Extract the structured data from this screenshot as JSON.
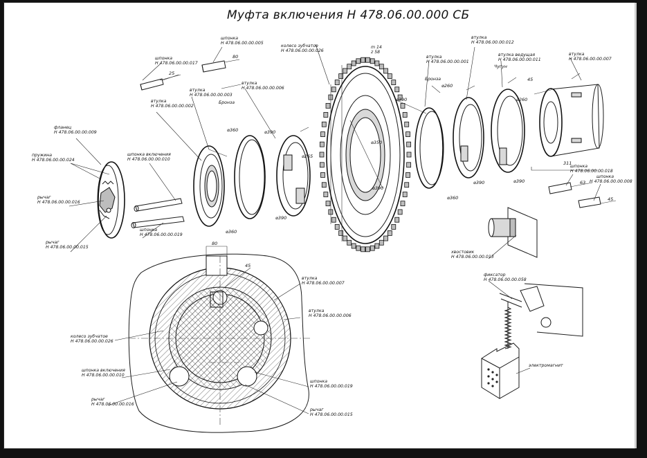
{
  "title": "Муфта включения Н 478.06.00.000 СБ",
  "labels": {
    "shponka_017": [
      "шпонка",
      "Н 478.06.00.00.017"
    ],
    "shponka_005": [
      "шпонка",
      "Н 478.06.00.00.005"
    ],
    "koleso_026_top": [
      "колесо зубчатое",
      "Н 478.06.00.00.026"
    ],
    "vtulka_012": [
      "втулка",
      "Н 478.06.00.00.012"
    ],
    "vtulka_vedushaya_011": [
      "втулка ведущая",
      "Н 478.06.00.00.011"
    ],
    "vtulka_007_top": [
      "втулка",
      "Н 478.06.00.00.007"
    ],
    "vtulka_001": [
      "втулка",
      "Н 478.06.00.00.001"
    ],
    "vtulka_003": [
      "втулка",
      "Н 478.06.00.00.003"
    ],
    "vtulka_006_top": [
      "втулка",
      "Н 478.06.00.00.006"
    ],
    "vtulka_002": [
      "втулка",
      "Н 478.06.00.00.002"
    ],
    "flanec_009": [
      "фланец",
      "Н 478.06.00.00.009"
    ],
    "pruzhina_024": [
      "пружина",
      "Н 478.06.00.00.024"
    ],
    "shponka_vkl_010_top": [
      "шпонка включения",
      "Н 478.06.00.00.010"
    ],
    "rychag_016_top": [
      "рычаг",
      "Н 478.06.00.00.016"
    ],
    "shponka_019_top": [
      "шпонка",
      "Н 478.06.00.00.019"
    ],
    "rychag_015_top": [
      "рычаг",
      "Н 478.06.00.00.015"
    ],
    "shponka_018": [
      "шпонка",
      "Н 478.06.00.00.018"
    ],
    "shponka_008": [
      "шпонка",
      "Н 478.06.00.00.008"
    ],
    "hvostovik_013": [
      "хвостовик",
      "Н 478.06.00.00.013"
    ],
    "fiksator_058": [
      "фиксатор",
      "Н 478.06.00.00.058"
    ],
    "elektromagnit": [
      "электромагнит"
    ],
    "vtulka_007_bot": [
      "втулка",
      "Н 478.06.00.00.007"
    ],
    "vtulka_006_bot": [
      "втулка",
      "Н 478.06.00.00.006"
    ],
    "koleso_026_bot": [
      "колесо зубчатое",
      "Н 478.06.00.00.026"
    ],
    "shponka_vkl_010_bot": [
      "шпонка включения",
      "Н 478.06.00.00.010"
    ],
    "rychag_016_bot": [
      "рычаг",
      "Н 478.06.00.00.016"
    ],
    "shponka_019_bot": [
      "шпонка",
      "Н 478.06.00.00.019"
    ],
    "rychag_015_bot": [
      "рычаг",
      "Н 478.06.00.00.015"
    ]
  },
  "materials": {
    "bronze_a": "Бронза",
    "bronze_b": "Бронза",
    "cast_iron": "Чугун"
  },
  "gear_params": [
    "m 14",
    "z 58"
  ],
  "dims": {
    "d25": "25",
    "d80_top": "80",
    "d390_a": "⌀390",
    "d265": "⌀265",
    "d360_a": "⌀360",
    "d350": "⌀350",
    "d390_b": "⌀390",
    "d390_c": "⌀390",
    "d260_a": "⌀260",
    "d390_d": "⌀390",
    "d360_b": "⌀360",
    "d260_b": "⌀260",
    "d390_e": "⌀390",
    "d45_top": "45",
    "d311": "311",
    "d63": "63",
    "d45_key": "45",
    "d80_sec": "80",
    "d45_sec": "45",
    "d390_f": "⌀390",
    "d360_c": "⌀360"
  }
}
